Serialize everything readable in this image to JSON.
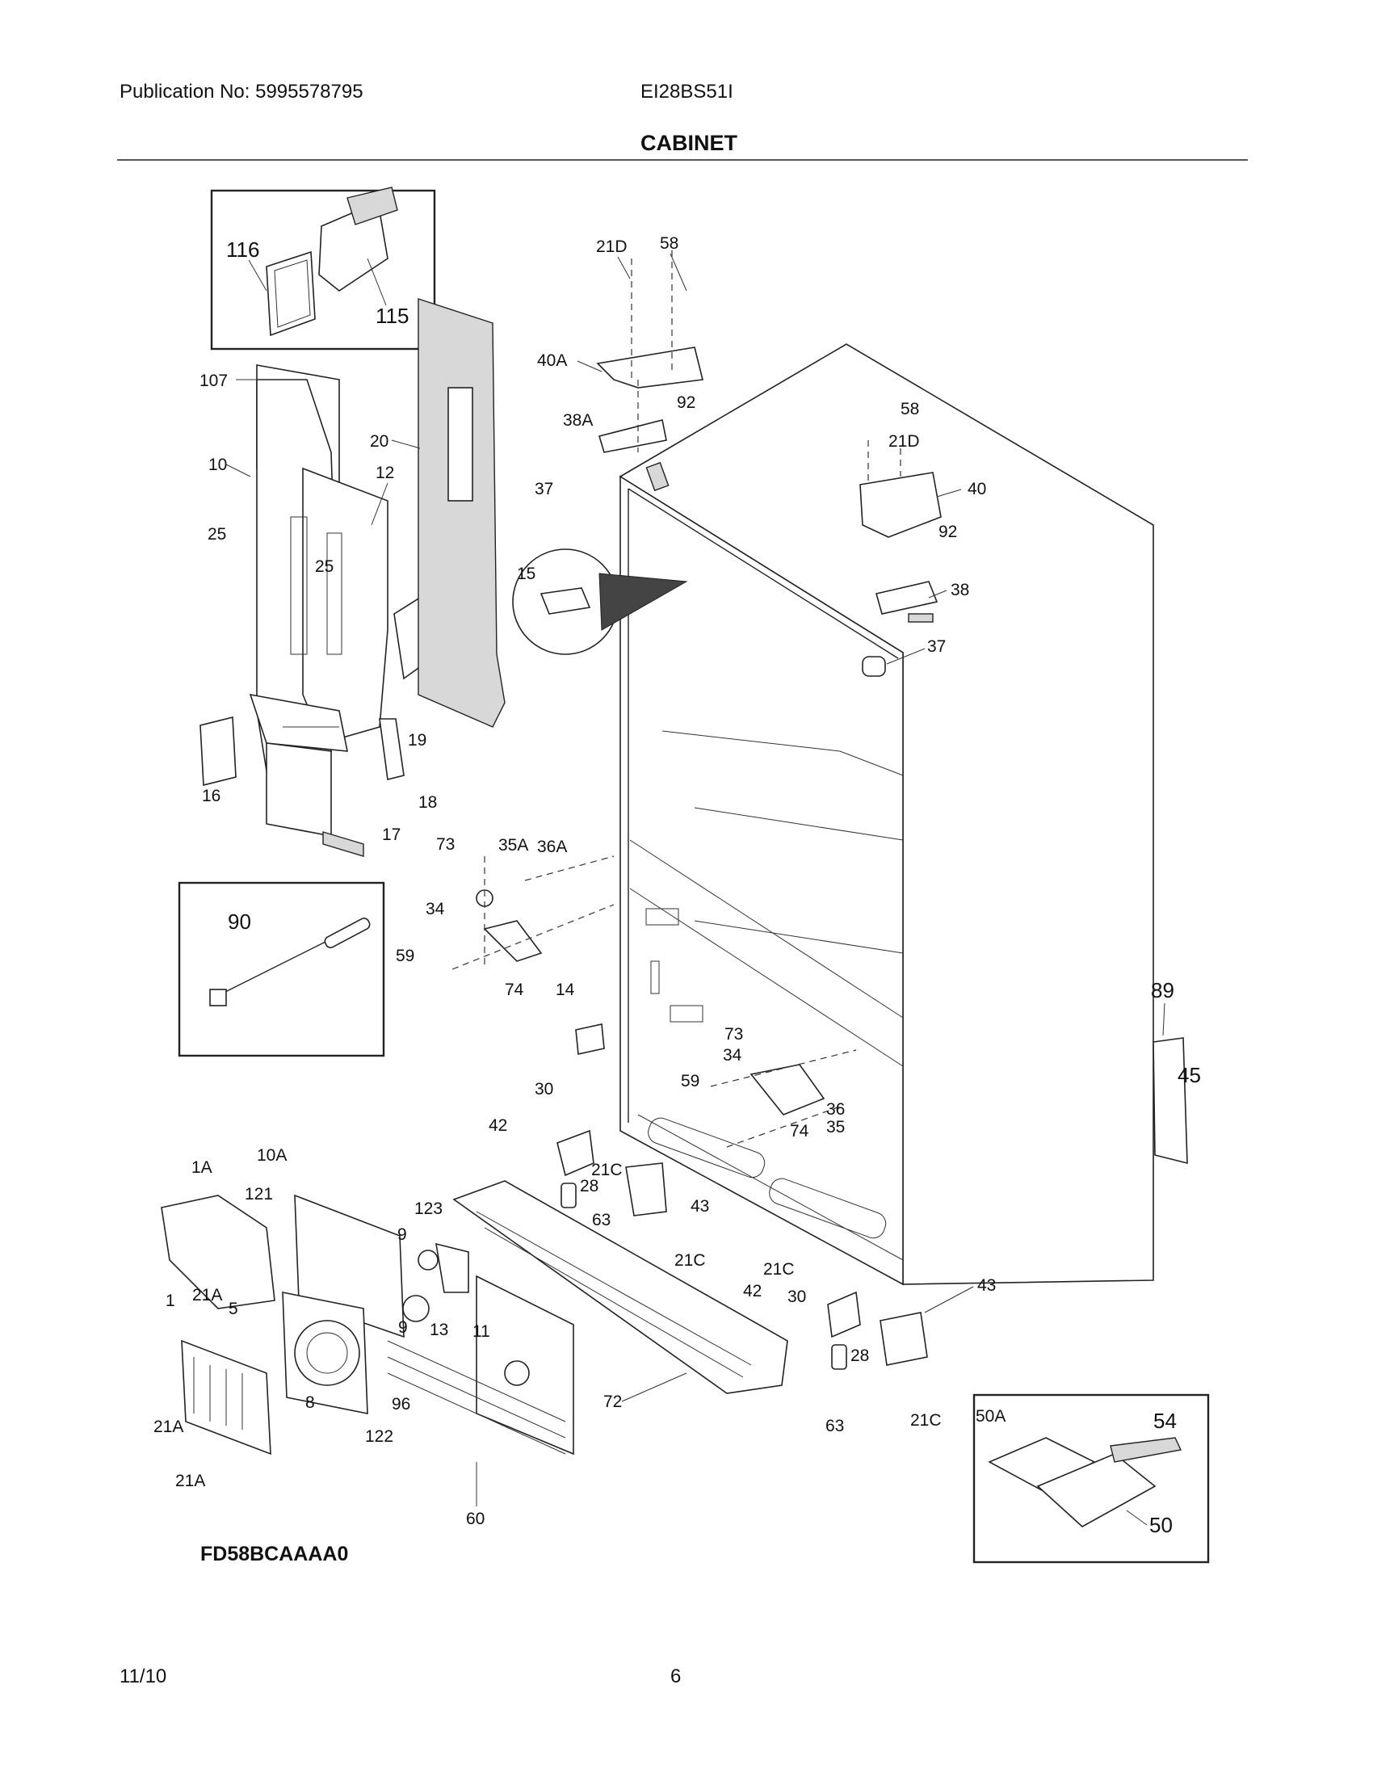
{
  "header": {
    "publication": "Publication No: 5995578795",
    "model": "EI28BS51I",
    "title": "CABINET"
  },
  "footer": {
    "date": "11/10",
    "page": "6"
  },
  "diagram": {
    "code": "FD58BCAAAA0",
    "callouts": {
      "c116": "116",
      "c115": "115",
      "c107": "107",
      "c20": "20",
      "c10": "10",
      "c12": "12",
      "c25a": "25",
      "c25b": "25",
      "c15": "15",
      "c19": "19",
      "c16": "16",
      "c18": "18",
      "c17": "17",
      "c90": "90",
      "c73a": "73",
      "c35A": "35A",
      "c36A": "36A",
      "c34a": "34",
      "c59a": "59",
      "c74a": "74",
      "c14": "14",
      "c21Da": "21D",
      "c58a": "58",
      "c40A": "40A",
      "c92a": "92",
      "c38A": "38A",
      "c37a": "37",
      "c58b": "58",
      "c21Db": "21D",
      "c40": "40",
      "c92b": "92",
      "c38": "38",
      "c37b": "37",
      "c89": "89",
      "c45": "45",
      "c73b": "73",
      "c34b": "34",
      "c59b": "59",
      "c36": "36",
      "c35": "35",
      "c74b": "74",
      "c30a": "30",
      "c42a": "42",
      "c21Ca": "21C",
      "c28a": "28",
      "c63a": "63",
      "c43a": "43",
      "c21Cb": "21C",
      "c1A": "1A",
      "c10A": "10A",
      "c121": "121",
      "c123": "123",
      "c9a": "9",
      "c9b": "9",
      "c13": "13",
      "c21Aa": "21A",
      "c1": "1",
      "c5": "5",
      "c11": "11",
      "c8": "8",
      "c96": "96",
      "c122": "122",
      "c21Ab": "21A",
      "c21Ac": "21A",
      "c60": "60",
      "c72": "72",
      "c21Cc": "21C",
      "c42b": "42",
      "c30b": "30",
      "c43b": "43",
      "c28b": "28",
      "c63b": "63",
      "c21Cd": "21C",
      "c50A": "50A",
      "c54": "54",
      "c50": "50"
    }
  }
}
